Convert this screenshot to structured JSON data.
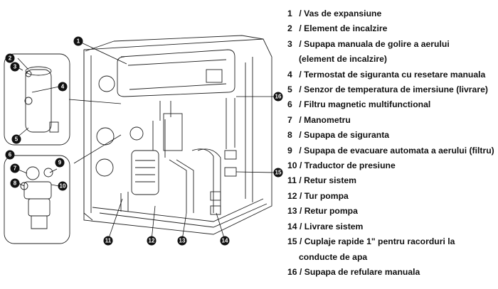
{
  "legend": [
    {
      "num": "1",
      "label": "Vas de expansiune"
    },
    {
      "num": "2",
      "label": "Element de incalzire"
    },
    {
      "num": "3",
      "label": "Supapa manuala de golire a aerului",
      "label_cont": "(element de incalzire)"
    },
    {
      "num": "4",
      "label": "Termostat de siguranta cu resetare manuala"
    },
    {
      "num": "5",
      "label": "Senzor de temperatura de imersiune (livrare)"
    },
    {
      "num": "6",
      "label": "Filtru magnetic multifunctional"
    },
    {
      "num": "7",
      "label": "Manometru"
    },
    {
      "num": "8",
      "label": "Supapa de siguranta"
    },
    {
      "num": "9",
      "label": "Supapa de evacuare automata a aerului (filtru)"
    },
    {
      "num": "10",
      "label": "Traductor de presiune"
    },
    {
      "num": "11",
      "label": "Retur sistem"
    },
    {
      "num": "12",
      "label": "Tur pompa"
    },
    {
      "num": "13",
      "label": "Retur pompa"
    },
    {
      "num": "14",
      "label": "Livrare sistem"
    },
    {
      "num": "15",
      "label": "Cuplaje rapide 1\" pentru racorduri la",
      "label_cont": "conducte de apa"
    },
    {
      "num": "16",
      "label": "Supapa de refulare manuala"
    }
  ],
  "callouts": {
    "c1": "1",
    "c2": "2",
    "c3": "3",
    "c4": "4",
    "c5": "5",
    "c6": "6",
    "c7": "7",
    "c8": "8",
    "c9": "9",
    "c10": "10",
    "c11": "11",
    "c12": "12",
    "c13": "13",
    "c14": "14",
    "c15": "15",
    "c16": "16"
  },
  "legend_separator": " / "
}
